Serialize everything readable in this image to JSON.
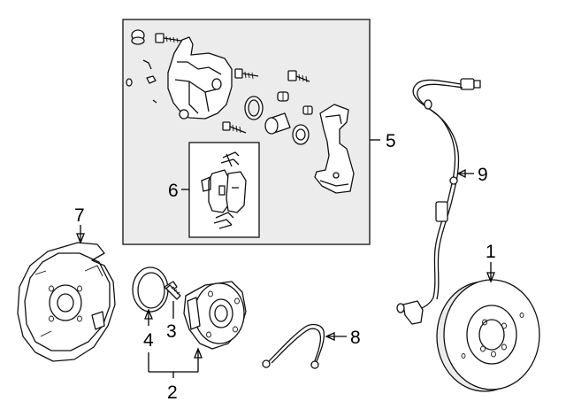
{
  "diagram": {
    "background": "#ffffff",
    "panel_fill": "#ececec",
    "line_color": "#111111",
    "callouts": {
      "c1": "1",
      "c2": "2",
      "c3": "3",
      "c4": "4",
      "c5": "5",
      "c6": "6",
      "c7": "7",
      "c8": "8",
      "c9": "9"
    }
  }
}
